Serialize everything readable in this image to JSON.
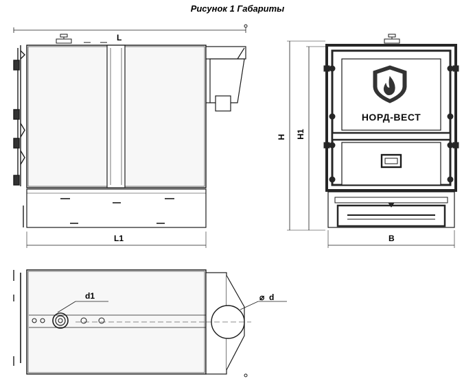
{
  "caption": "Рисунок 1 Габариты",
  "dimensions": {
    "L": "L",
    "L1": "L1",
    "H": "H",
    "H1": "H1",
    "B": "B",
    "d": "d",
    "d1": "d1"
  },
  "brand": "НОРД-ВЕСТ",
  "colors": {
    "line": "#1a1a1a",
    "frame": "#262626",
    "body_fill": "#f4f4f4",
    "panel_fill": "#ffffff"
  }
}
